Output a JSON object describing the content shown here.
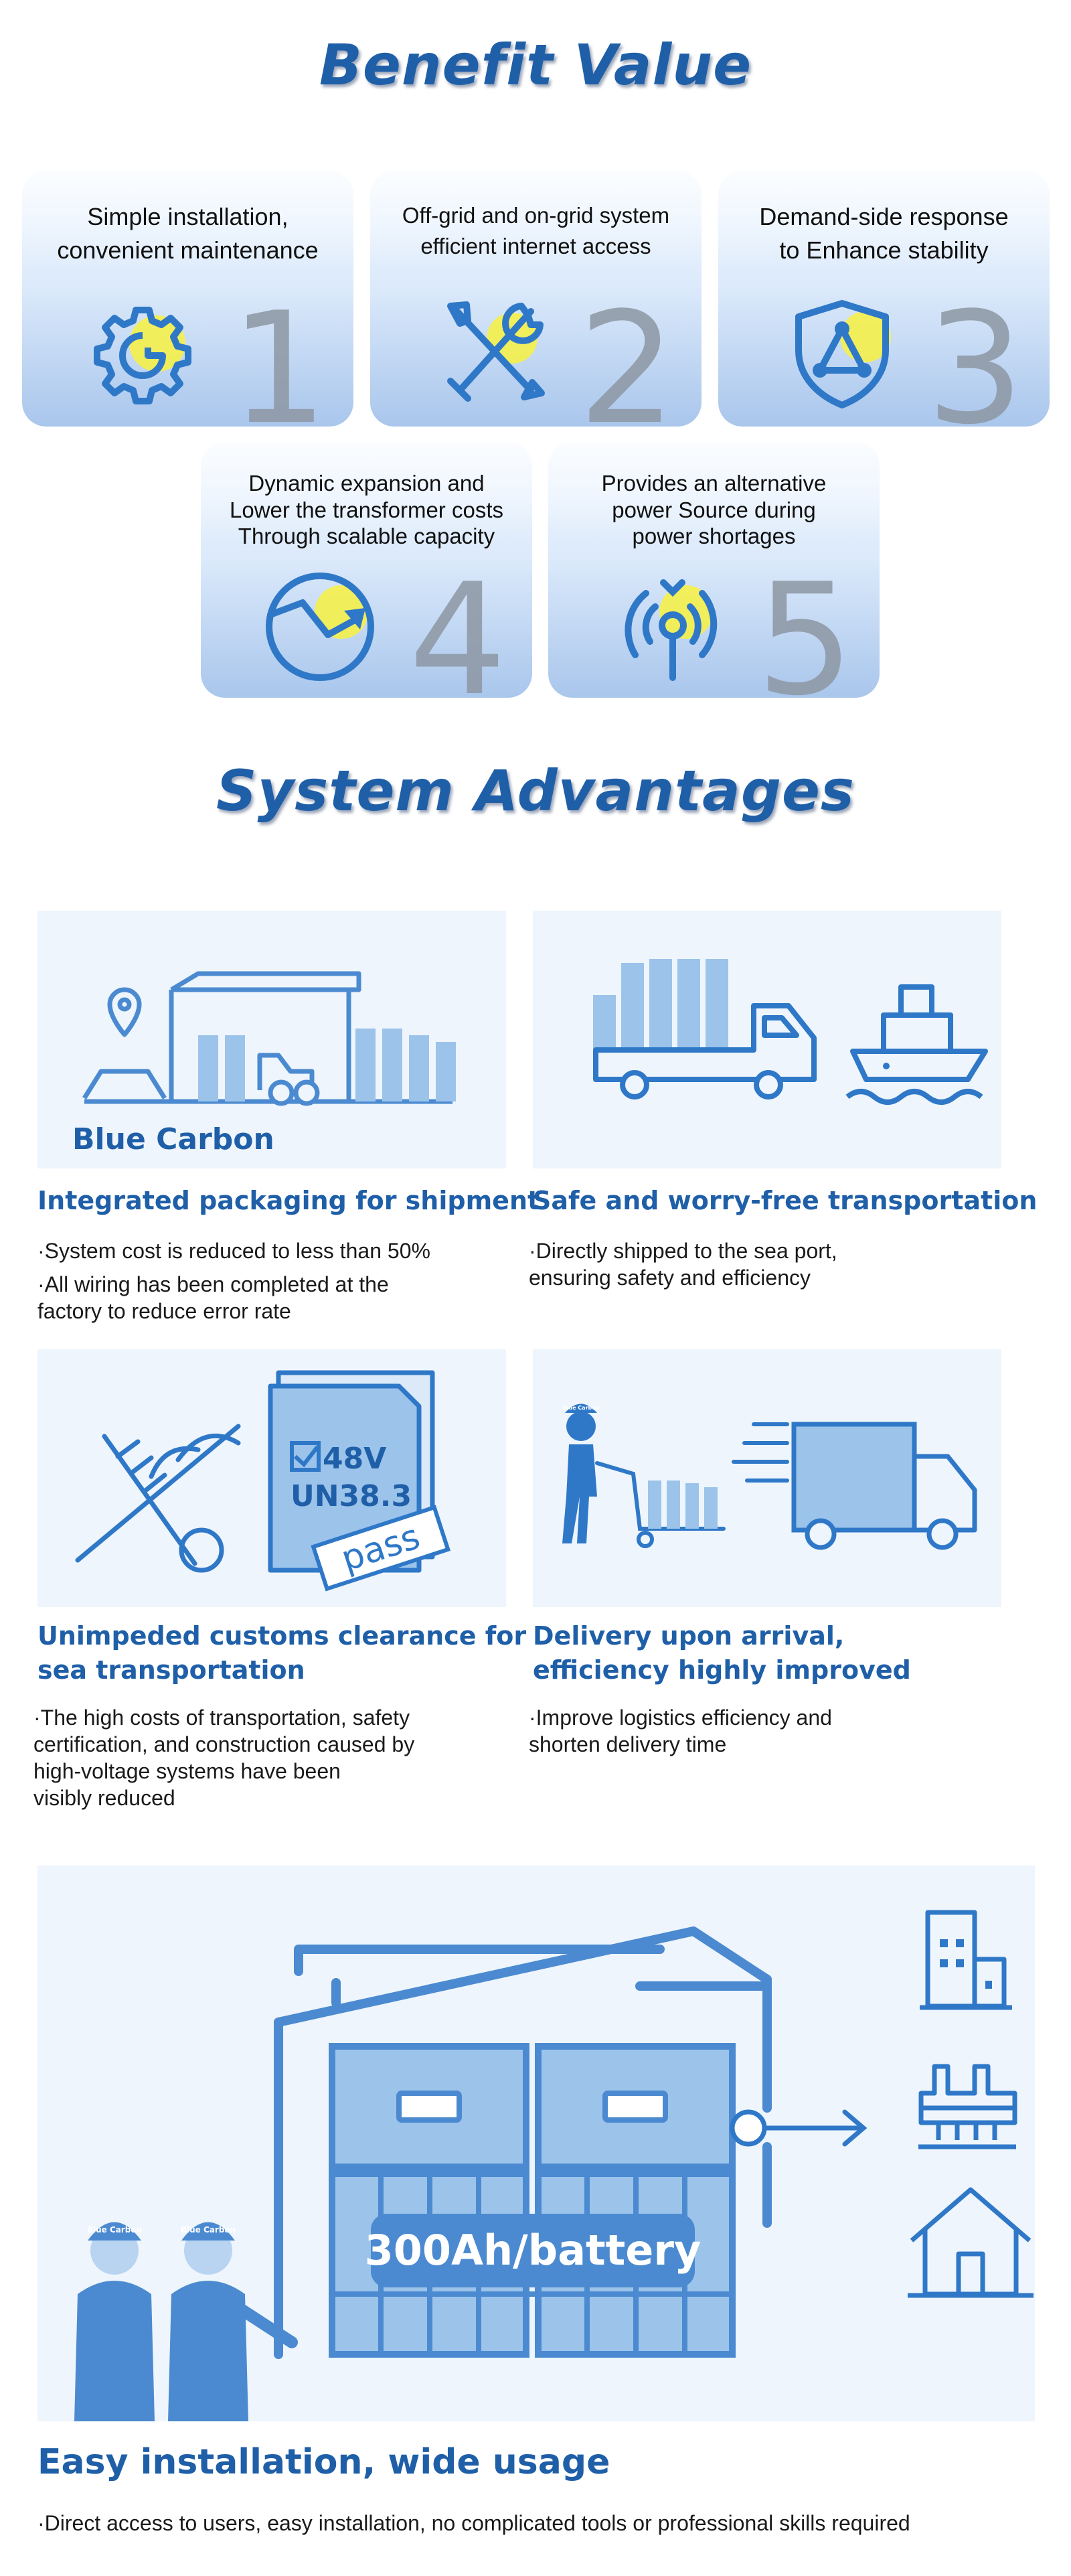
{
  "benefit": {
    "title": "Benefit Value",
    "cards": [
      {
        "num": "1",
        "lines": [
          "Simple installation,",
          "convenient maintenance"
        ],
        "icon": "gear-icon"
      },
      {
        "num": "2",
        "lines": [
          "Off-grid and on-grid system",
          "efficient internet access"
        ],
        "icon": "tools-icon"
      },
      {
        "num": "3",
        "lines": [
          "Demand-side response",
          "to Enhance stability"
        ],
        "icon": "shield-network-icon"
      },
      {
        "num": "4",
        "lines": [
          "Dynamic expansion and",
          "Lower the transformer costs",
          "Through scalable capacity"
        ],
        "icon": "trend-down-icon"
      },
      {
        "num": "5",
        "lines": [
          "Provides an alternative",
          "power  Source during",
          "power shortages"
        ],
        "icon": "signal-icon"
      }
    ]
  },
  "advantages": {
    "title": "System Advantages",
    "items": [
      {
        "heading": [
          "Integrated packaging for shipment"
        ],
        "body": [
          "·System cost is reduced to less than 50%",
          "·All wiring has been completed at the",
          "factory to reduce error rate"
        ],
        "brand": "Blue Carbon"
      },
      {
        "heading": [
          "Safe and worry-free transportation"
        ],
        "body": [
          "·Directly shipped to the sea port,",
          "ensuring safety and efficiency"
        ]
      },
      {
        "heading": [
          "Unimpeded customs clearance for",
          "sea transportation"
        ],
        "body": [
          "·The high costs of transportation, safety",
          "certification, and construction caused by",
          "high-voltage systems have been",
          "visibly reduced"
        ],
        "doc_lines": [
          "48V",
          "UN38.3"
        ],
        "stamp": "pass"
      },
      {
        "heading": [
          "Delivery upon arrival,",
          "efficiency highly improved"
        ],
        "body": [
          "·Improve logistics efficiency and",
          "shorten delivery time"
        ],
        "badge": "Blue Carbon"
      }
    ]
  },
  "usage": {
    "battery_label": "300Ah/battery",
    "worker_badge": "Blue Carbon",
    "heading": "Easy installation, wide usage",
    "body": "·Direct access to users, easy installation, no complicated tools or professional skills required"
  },
  "colors": {
    "brand_blue": "#1f5fa8",
    "icon_blue": "#2f78c8",
    "light_blue": "#9cc3ea",
    "highlight_yellow": "#f5ef4a"
  }
}
